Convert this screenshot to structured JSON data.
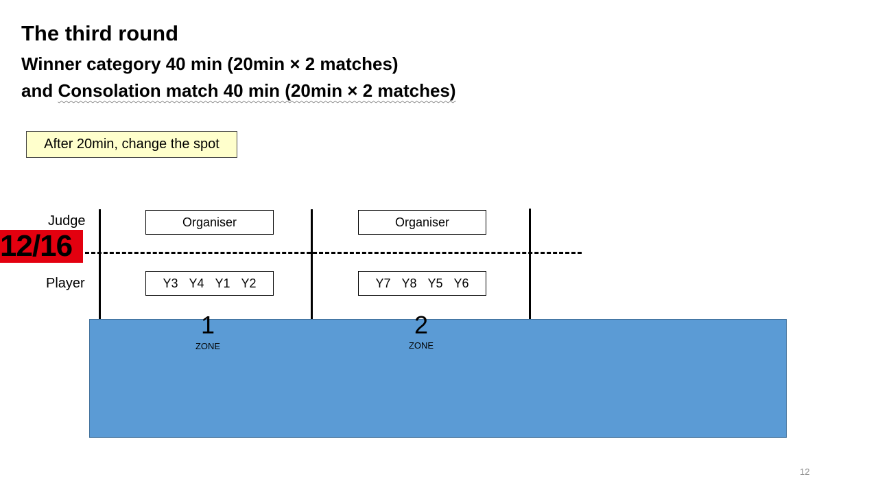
{
  "heading": {
    "title": "The third round",
    "line1": "Winner category 40 min (20min × 2 matches)",
    "line2_prefix": "and ",
    "line2_underlined": "Consolation match 40 min (20min × 2 matches)"
  },
  "note": "After 20min, change the spot",
  "rows": {
    "judge_label": "Judge",
    "player_label": "Player"
  },
  "date_badge": "12/16",
  "zones": [
    {
      "number": "1",
      "label": "ZONE",
      "judge": "Organiser",
      "players": [
        "Y3",
        "Y4",
        "Y1",
        "Y2"
      ]
    },
    {
      "number": "2",
      "label": "ZONE",
      "judge": "Organiser",
      "players": [
        "Y7",
        "Y8",
        "Y5",
        "Y6"
      ]
    }
  ],
  "colors": {
    "pool": "#5b9bd5",
    "date_badge": "#e3000f",
    "note_background": "#ffffcc"
  },
  "page_number": "12"
}
